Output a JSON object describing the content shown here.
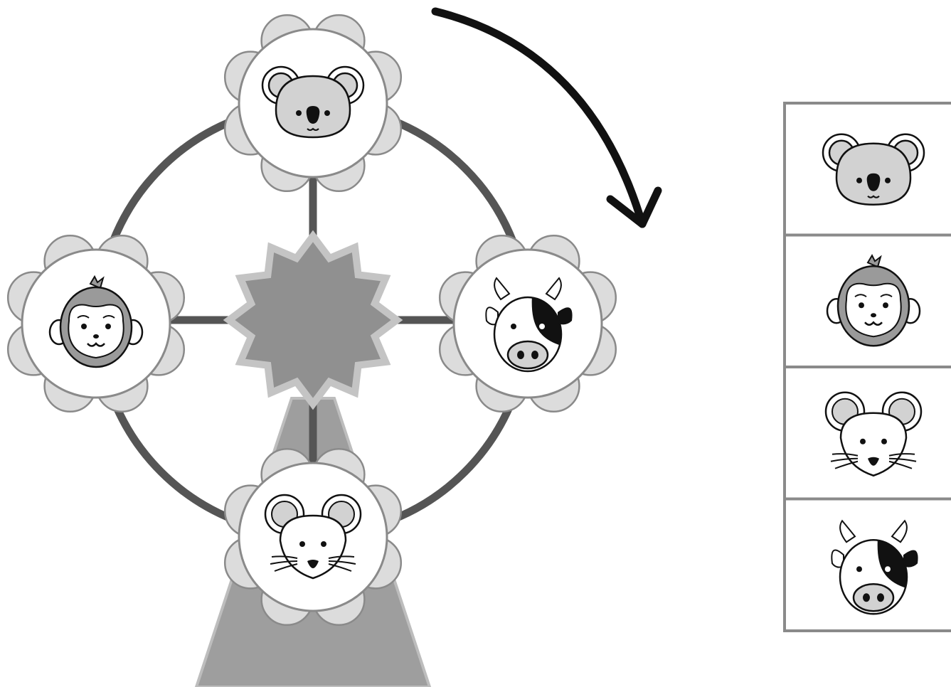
{
  "wheel": {
    "rotation": "clockwise",
    "cabins": [
      {
        "position": "top",
        "animal": "koala"
      },
      {
        "position": "right",
        "animal": "cow"
      },
      {
        "position": "bottom",
        "animal": "mouse"
      },
      {
        "position": "left",
        "animal": "monkey"
      }
    ]
  },
  "answer_column": {
    "order": [
      "koala",
      "monkey",
      "mouse",
      "cow"
    ]
  },
  "colors": {
    "rim": "#555555",
    "hub": "#909090",
    "hub_border": "#c0c0c0",
    "stand": "#9e9e9e",
    "petal": "#dcdcdc",
    "outline": "#8a8a8a",
    "face_gray": "#d2d2d2",
    "ink": "#111111"
  }
}
